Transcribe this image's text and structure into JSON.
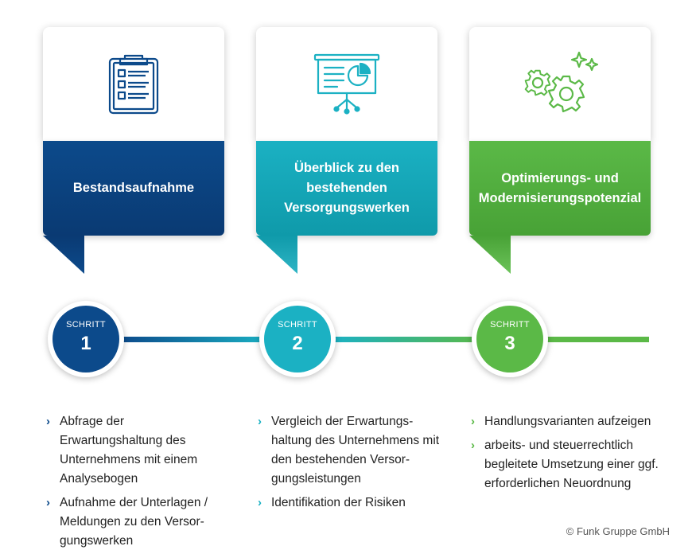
{
  "steps": [
    {
      "title": "Bestandsaufnahme",
      "step_label": "SCHRITT",
      "step_number": "1",
      "icon": "clipboard-checklist-icon",
      "color": "#0c4a8b",
      "bullets": [
        "Abfrage der Erwartungshaltung des Unternehmens mit einem Analysebogen",
        "Aufnahme der Unterlagen / Meldungen zu den Versor- gungswerken"
      ]
    },
    {
      "title": "Überblick zu den bestehenden Versorgungswerken",
      "step_label": "SCHRITT",
      "step_number": "2",
      "icon": "presentation-board-icon",
      "color": "#1bb1c3",
      "bullets": [
        "Vergleich der Erwartungs- haltung des Unternehmens mit den bestehenden Versor- gungsleistungen",
        "Identifikation der Risiken"
      ]
    },
    {
      "title": "Optimierungs- und Modernisierungspotenzial",
      "step_label": "SCHRITT",
      "step_number": "3",
      "icon": "gears-sparkle-icon",
      "color": "#5bb947",
      "bullets": [
        "Handlungsvarianten aufzeigen",
        "arbeits- und steuerrechtlich begleitete Umsetzung einer ggf. erforderlichen Neuordnung"
      ]
    }
  ],
  "copyright": "© Funk Gruppe GmbH"
}
